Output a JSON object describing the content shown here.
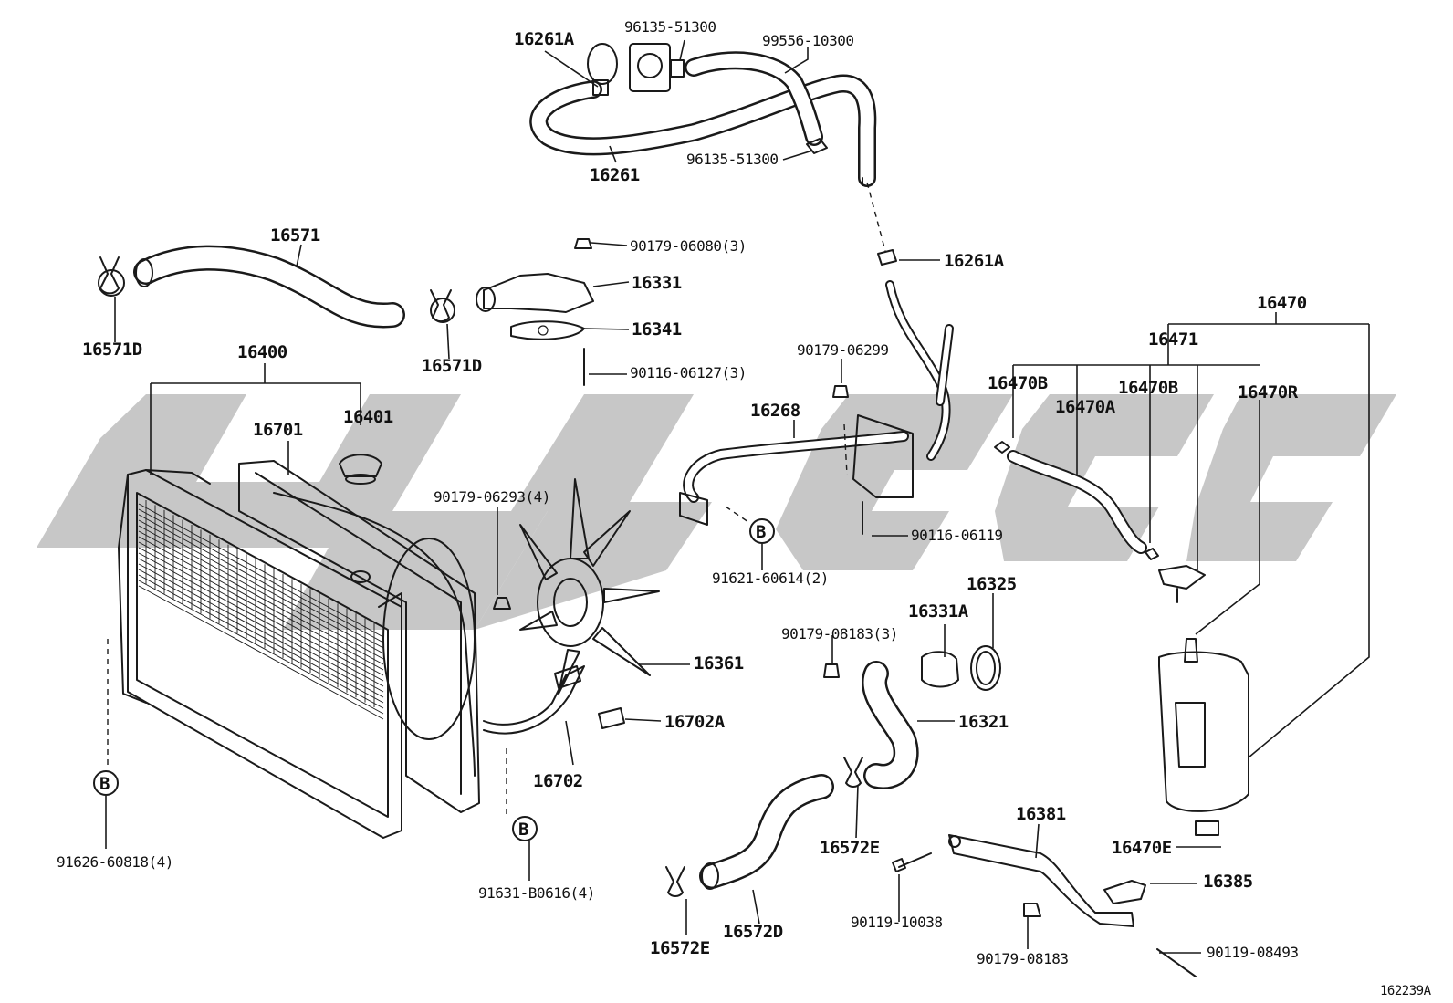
{
  "diagram_id": "162239A",
  "markers": [
    "B",
    "B",
    "B"
  ],
  "labels": {
    "p16261A_top": "16261A",
    "p96135_51300_top": "96135-51300",
    "p99556_10300": "99556-10300",
    "p16261": "16261",
    "p96135_51300_mid": "96135-51300",
    "p16571": "16571",
    "p90179_06080": "90179-06080(3)",
    "p16331": "16331",
    "p16261A_mid": "16261A",
    "p16341": "16341",
    "p16571D_left": "16571D",
    "p16571D_mid": "16571D",
    "p16400": "16400",
    "p90116_06127": "90116-06127(3)",
    "p16470": "16470",
    "p16471": "16471",
    "p90179_06299": "90179-06299",
    "p16470B_left": "16470B",
    "p16470B_right": "16470B",
    "p16470A": "16470A",
    "p16470R": "16470R",
    "p16701": "16701",
    "p16401": "16401",
    "p16268": "16268",
    "p90179_06293": "90179-06293(4)",
    "p90116_06119": "90116-06119",
    "p91621_60614": "91621-60614(2)",
    "p16325": "16325",
    "p16331A": "16331A",
    "p90179_08183_3": "90179-08183(3)",
    "p16361": "16361",
    "p16702A": "16702A",
    "p16321": "16321",
    "p16702": "16702",
    "p91626_60818": "91626-60818(4)",
    "p16381": "16381",
    "p16572E_mid": "16572E",
    "p16470E": "16470E",
    "p91631_B0616": "91631-B0616(4)",
    "p16385": "16385",
    "p90119_10038": "90119-10038",
    "p16572D": "16572D",
    "p16572E_low": "16572E",
    "p90179_08183": "90179-08183",
    "p90119_08493": "90119-08493"
  }
}
